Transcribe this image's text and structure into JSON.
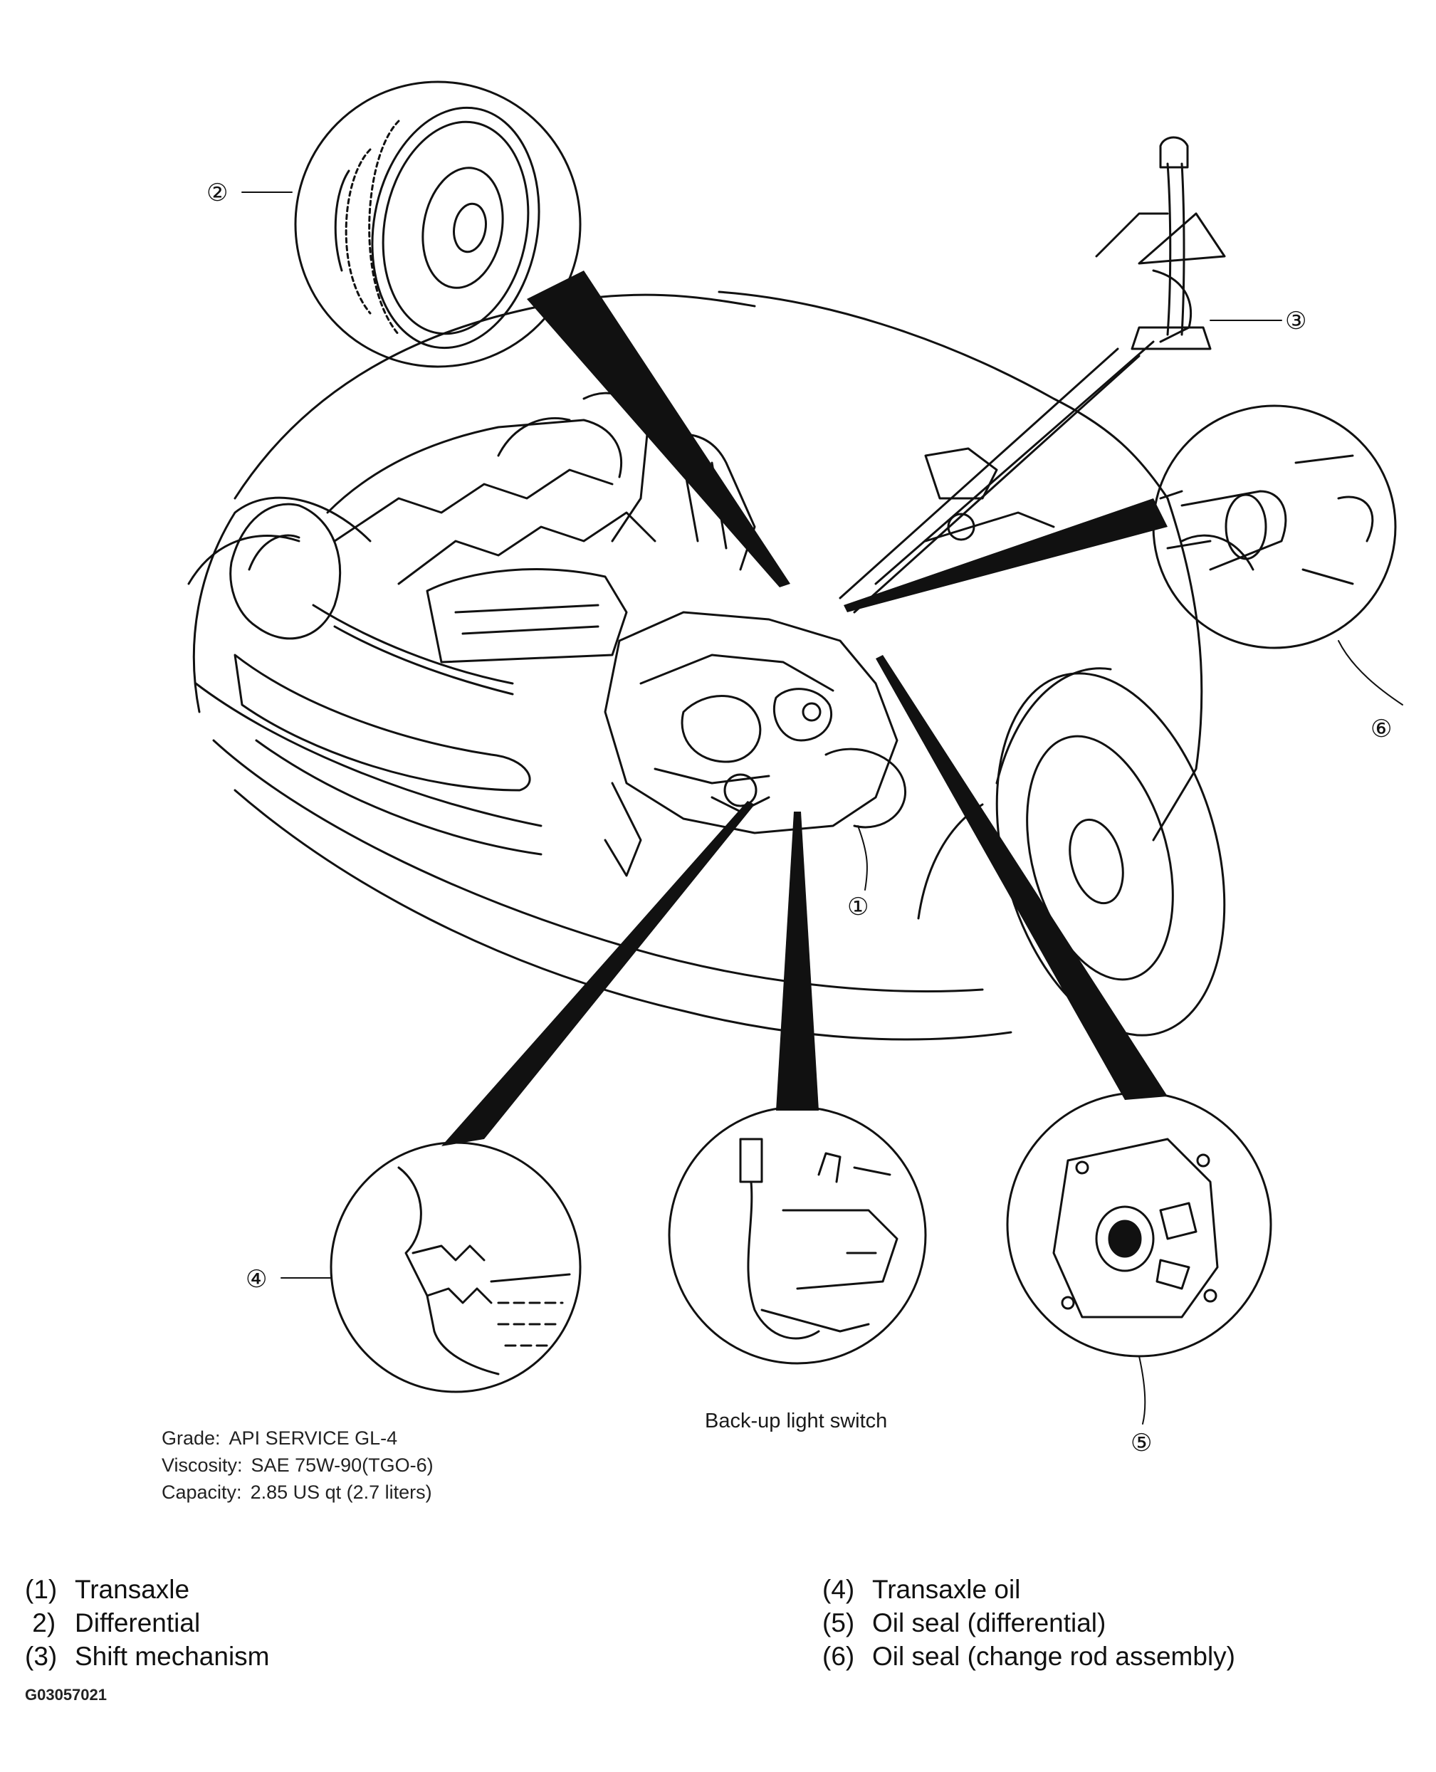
{
  "callouts": {
    "c1": "①",
    "c2": "②",
    "c3": "③",
    "c4": "④",
    "c5": "⑤",
    "c6": "⑥"
  },
  "caption_backup_switch": "Back-up light switch",
  "specs": [
    {
      "label": "Grade:",
      "value": "API SERVICE GL-4"
    },
    {
      "label": "Viscosity:",
      "value": "SAE 75W-90(TGO-6)"
    },
    {
      "label": "Capacity:",
      "value": "2.85 US qt (2.7 liters)"
    }
  ],
  "legend": {
    "left": [
      {
        "num": "(1)",
        "text": "Transaxle"
      },
      {
        "num": " 2)",
        "text": "Differential"
      },
      {
        "num": "(3)",
        "text": "Shift mechanism"
      }
    ],
    "right": [
      {
        "num": "(4)",
        "text": "Transaxle oil"
      },
      {
        "num": "(5)",
        "text": "Oil seal (differential)"
      },
      {
        "num": "(6)",
        "text": "Oil seal (change rod assembly)"
      }
    ]
  },
  "figure_code": "G03057021",
  "colors": {
    "line": "#111111",
    "background": "#ffffff"
  }
}
